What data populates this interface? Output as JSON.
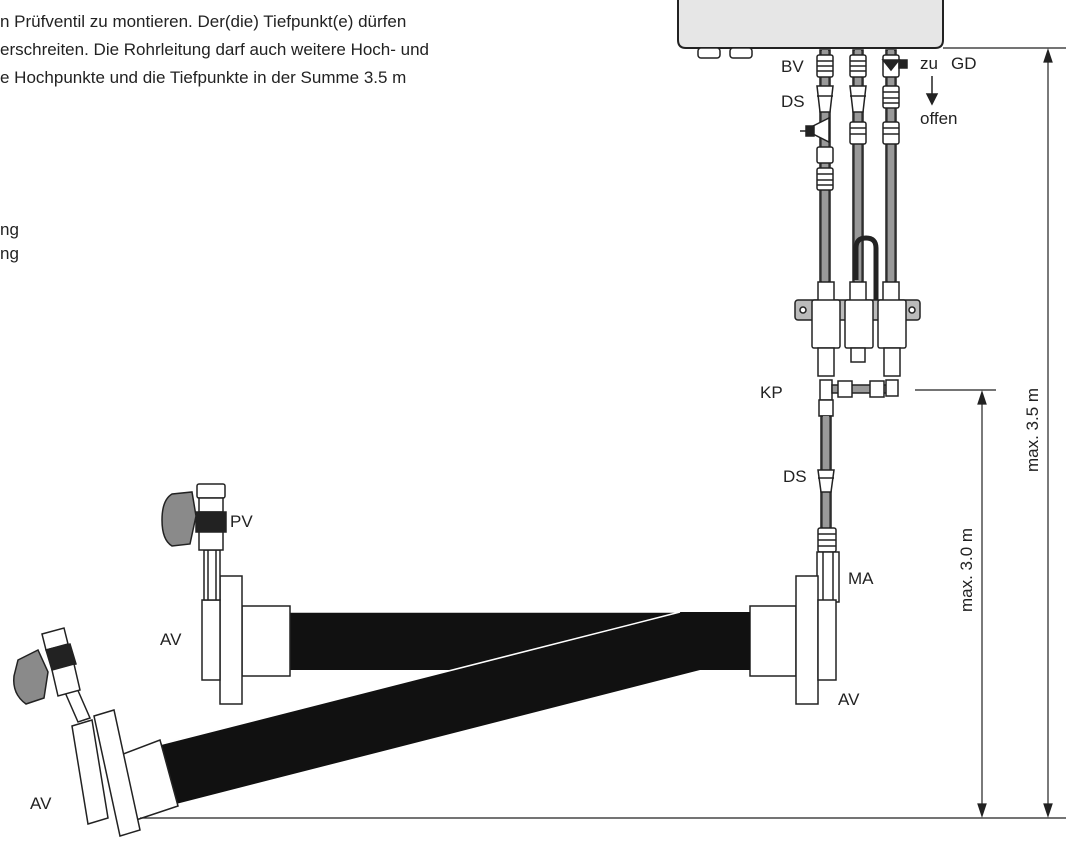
{
  "paragraph": [
    "n Prüfventil zu montieren. Der(die) Tiefpunkt(e) dürfen",
    "erschreiten. Die Rohrleitung darf auch weitere Hoch- und",
    "e Hochpunkte und die Tiefpunkte in der Summe 3.5 m"
  ],
  "legend": [
    "ng",
    "ng"
  ],
  "labels": {
    "bv": "BV",
    "ds_top": "DS",
    "zu": "zu",
    "gd": "GD",
    "offen": "offen",
    "kp": "KP",
    "ds_mid": "DS",
    "pv": "PV",
    "ma": "MA",
    "av_left": "AV",
    "av_right": "AV",
    "av_bottom": "AV"
  },
  "dimensions": {
    "max_total": "max. 3.5 m",
    "max_kp": "max. 3.0 m"
  },
  "colors": {
    "line": "#222222",
    "pipe": "#111111",
    "housing": "#e6e6e6",
    "knob": "#8a8a8a"
  }
}
